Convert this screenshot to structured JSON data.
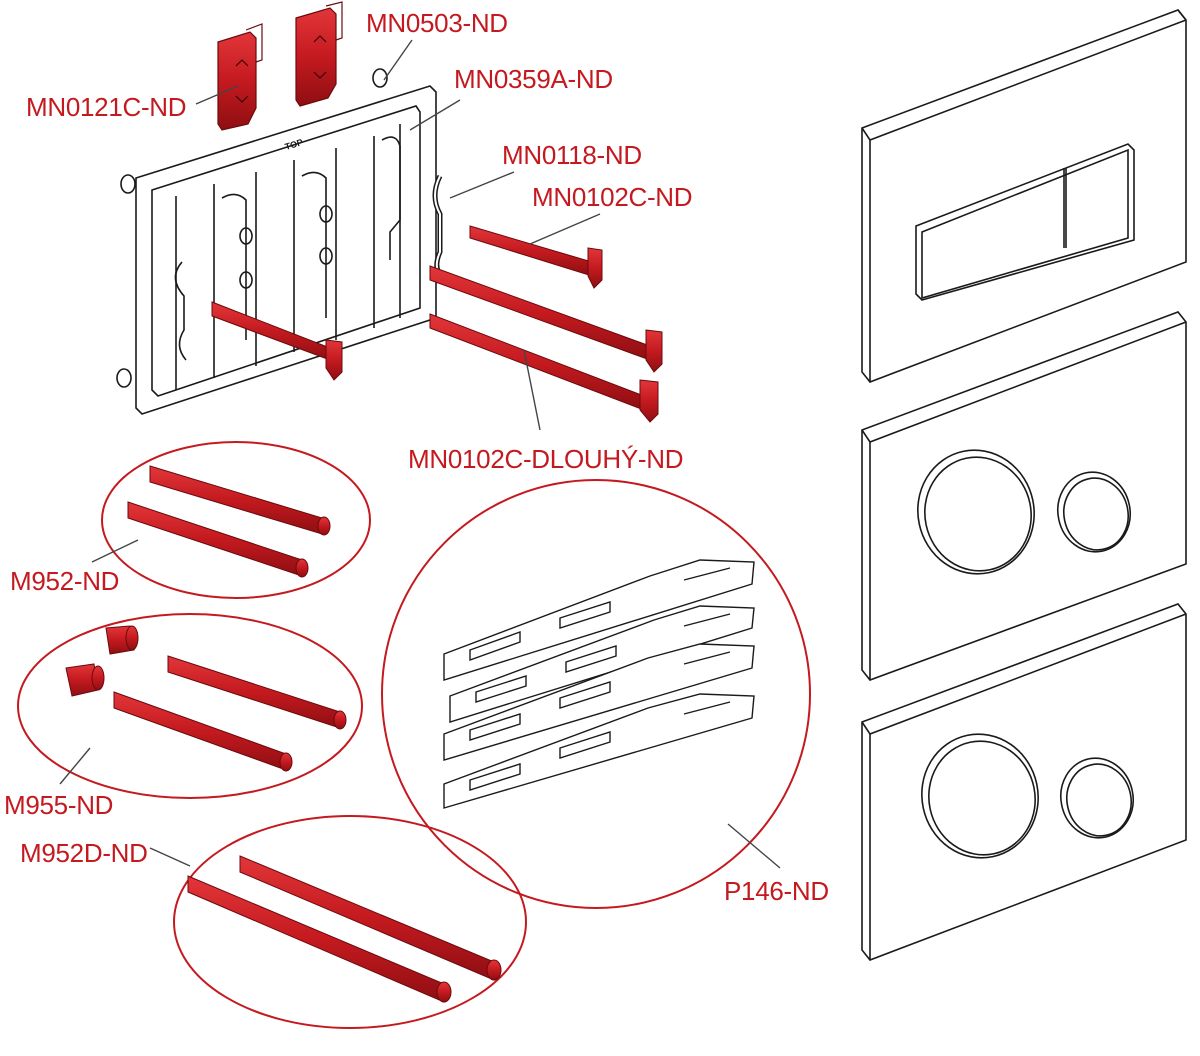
{
  "colors": {
    "part_red": "#c41a1f",
    "part_red_dark": "#8e0e12",
    "label_red": "#c41a1f",
    "outline": "#1a1a1a",
    "leader": "#444444",
    "plate_fill": "#ffffff"
  },
  "labels": {
    "mn0503": "MN0503-ND",
    "mn0121c": "MN0121C-ND",
    "mn0359a": "MN0359A-ND",
    "mn0118": "MN0118-ND",
    "mn0102c": "MN0102C-ND",
    "mn0102c_long": "MN0102C-DLOUHÝ-ND",
    "m952": "M952-ND",
    "m955": "M955-ND",
    "m952d": "M952D-ND",
    "p146": "P146-ND"
  },
  "frame": {
    "top_mark": "TOP"
  }
}
